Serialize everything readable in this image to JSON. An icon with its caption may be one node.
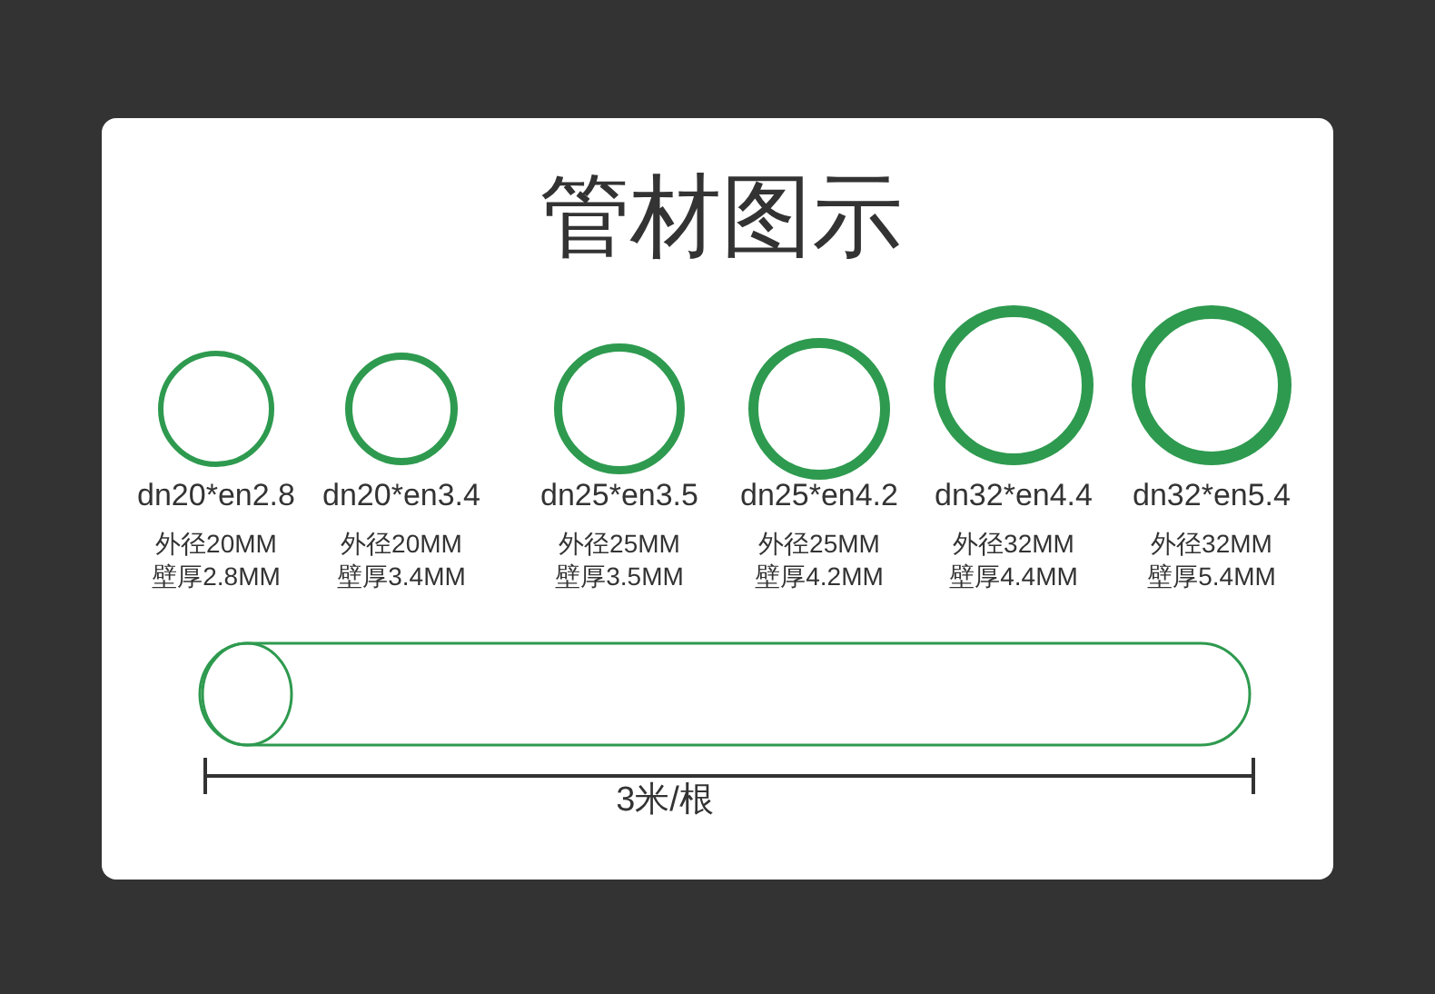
{
  "diagram": {
    "title": "管材图示",
    "nodes": [
      {
        "text": [],
        "shape": "circle",
        "beside": [
          "dn20*en2.8",
          "外径20MM",
          "壁厚2.8MM"
        ]
      },
      {
        "text": [],
        "shape": "circle",
        "beside": [
          "dn20*en3.4",
          "外径20MM",
          "壁厚3.4MM"
        ]
      },
      {
        "text": [],
        "shape": "circle",
        "beside": [
          "dn25*en3.5",
          "外径25MM",
          "壁厚3.5MM"
        ]
      },
      {
        "text": [],
        "shape": "circle",
        "beside": [
          "dn25*en4.2",
          "外径25MM",
          "壁厚4.2MM"
        ]
      },
      {
        "text": [],
        "shape": "circle",
        "beside": [
          "dn32*en4.4",
          "外径32MM",
          "壁厚4.4MM"
        ]
      },
      {
        "text": [],
        "shape": "circle",
        "beside": [
          "dn32*en5.4",
          "外径32MM",
          "壁厚5.4MM"
        ]
      }
    ],
    "labels": [
      "3米/根"
    ]
  }
}
